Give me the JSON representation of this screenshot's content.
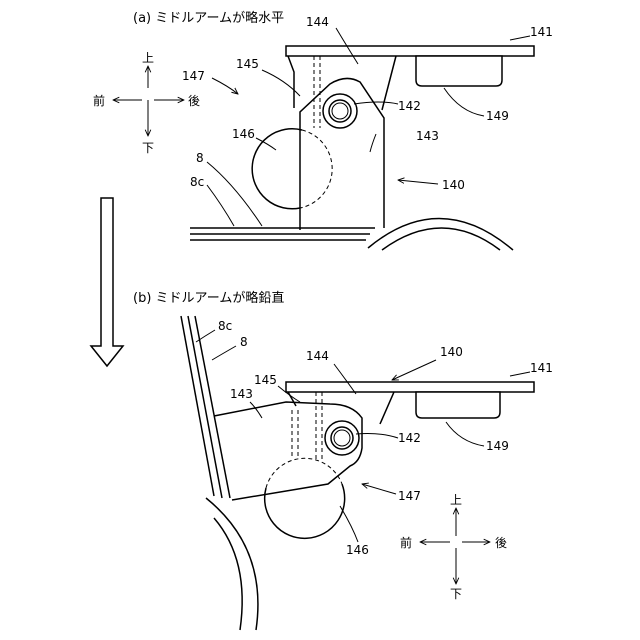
{
  "panel_a": {
    "caption": "(a) ミドルアームが略水平",
    "labels": {
      "l144": "144",
      "l141": "141",
      "l147": "147",
      "l145": "145",
      "l142": "142",
      "l149": "149",
      "l146": "146",
      "l143": "143",
      "l8": "8",
      "l8c": "8c",
      "l140": "140"
    },
    "compass": {
      "up": "上",
      "down": "下",
      "front": "前",
      "back": "後"
    }
  },
  "panel_b": {
    "caption": "(b) ミドルアームが略鉛直",
    "labels": {
      "l8c": "8c",
      "l8": "8",
      "l140": "140",
      "l144": "144",
      "l141": "141",
      "l143": "143",
      "l145": "145",
      "l142": "142",
      "l149": "149",
      "l147": "147",
      "l146": "146"
    },
    "compass": {
      "up": "上",
      "down": "下",
      "front": "前",
      "back": "後"
    }
  }
}
